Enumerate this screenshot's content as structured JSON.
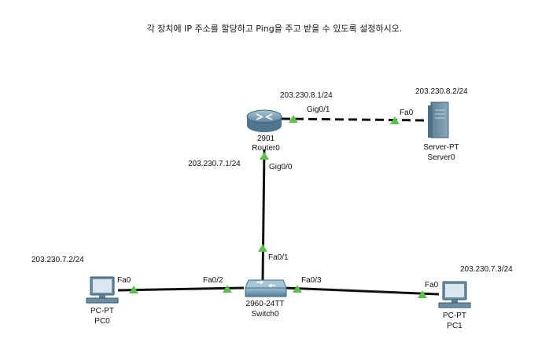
{
  "instruction": "각 장치에 IP 주소를 할당하고 Ping을 주고 받을 수 있도록 설정하시오.",
  "devices": {
    "router0": {
      "model": "2901",
      "name": "Router0",
      "icon": "router-icon"
    },
    "server0": {
      "model": "Server-PT",
      "name": "Server0",
      "icon": "server-icon"
    },
    "switch0": {
      "model": "2960-24TT",
      "name": "Switch0",
      "icon": "switch-icon"
    },
    "pc0": {
      "model": "PC-PT",
      "name": "PC0",
      "icon": "pc-icon"
    },
    "pc1": {
      "model": "PC-PT",
      "name": "PC1",
      "icon": "pc-icon"
    }
  },
  "ip_labels": {
    "router_gig01": "203.230.8.1/24",
    "server": "203.230.8.2/24",
    "router_gig00": "203.230.7.1/24",
    "pc0": "203.230.7.2/24",
    "pc1": "203.230.7.3/24"
  },
  "ports": {
    "router_gig01": "Gig0/1",
    "server_fa0": "Fa0",
    "router_gig00": "Gig0/0",
    "switch_fa01": "Fa0/1",
    "switch_fa02": "Fa0/2",
    "switch_fa03": "Fa0/3",
    "pc0_fa0": "Fa0",
    "pc1_fa0": "Fa0"
  },
  "colors": {
    "link": "#111111",
    "link_up_indicator": "#5cc04c",
    "router_body": "#7a9eb3",
    "switch_body": "#6e97ae",
    "server_body": "#6d8ea3",
    "pc_body": "#6b8ea4"
  }
}
